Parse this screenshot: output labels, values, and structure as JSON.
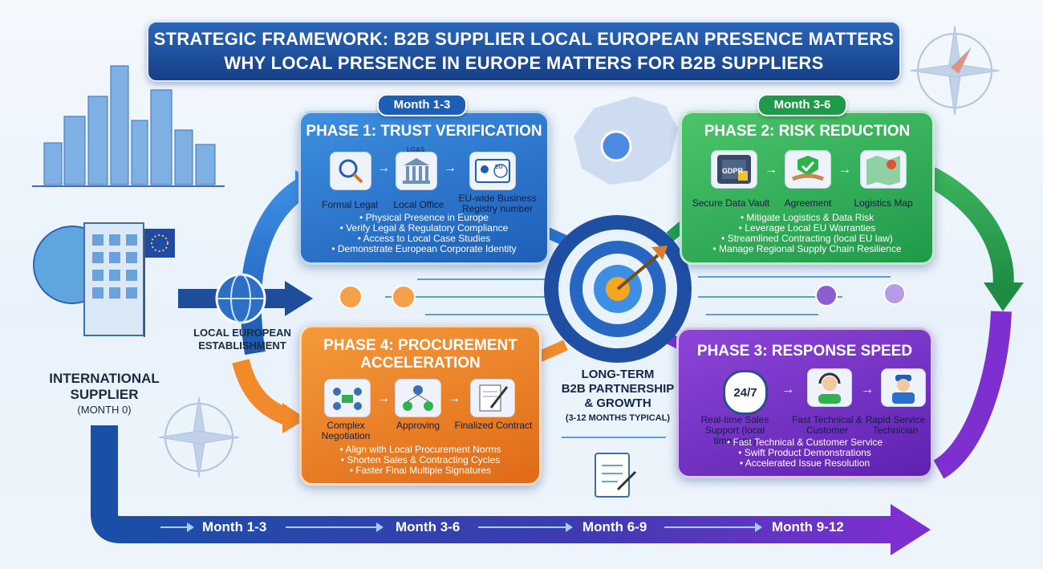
{
  "banner": {
    "line1": "STRATEGIC FRAMEWORK: B2B SUPPLIER LOCAL EUROPEAN PRESENCE MATTERS",
    "line2": "WHY LOCAL PRESENCE IN EUROPE MATTERS FOR B2B SUPPLIERS"
  },
  "supplier": {
    "title_line1": "INTERNATIONAL",
    "title_line2": "SUPPLIER",
    "month": "(MONTH 0)"
  },
  "establishment": {
    "line1": "LOCAL EUROPEAN",
    "line2": "ESTABLISHMENT"
  },
  "phase1": {
    "pill": "Month 1-3",
    "title": "PHASE 1: TRUST VERIFICATION",
    "icons": [
      "Formal Legal",
      "Local Office",
      "EU-wide Business Registry number"
    ],
    "office_sign": "LG&S",
    "eu_badge": "EU",
    "bullets": [
      "Physical Presence in Europe",
      "Verify Legal & Regulatory Compliance",
      "Access to Local Case Studies",
      "Demonstrate European Corporate Identity"
    ]
  },
  "phase2": {
    "pill": "Month 3-6",
    "title": "PHASE 2: RISK REDUCTION",
    "icons": [
      "Secure Data Vault",
      "Agreement",
      "Logistics Map"
    ],
    "vault_text": "GDPR",
    "bullets": [
      "Mitigate Logistics & Data Risk",
      "Leverage Local EU Warranties",
      "Streamlined Contracting (local EU law)",
      "Manage Regional Supply Chain Resilience"
    ]
  },
  "phase3": {
    "title": "PHASE 3: RESPONSE SPEED",
    "icons": [
      "Real-time Sales Support (local timezone)",
      "Fast Technical & Customer",
      "Rapid Service Technician"
    ],
    "clock_text": "24/7",
    "bullets": [
      "Fast Technical & Customer Service",
      "Swift Product Demonstrations",
      "Accelerated Issue Resolution"
    ]
  },
  "phase4": {
    "title_line1": "PHASE 4: PROCUREMENT",
    "title_line2": "ACCELERATION",
    "icons": [
      "Complex Negotiation",
      "Approving",
      "Finalized Contract"
    ],
    "bullets": [
      "Align with Local Procurement Norms",
      "Shorten Sales & Contracting Cycles",
      "Faster Final Multiple Signatures"
    ]
  },
  "center": {
    "line1": "LONG-TERM",
    "line2": "B2B PARTNERSHIP",
    "line3": "& GROWTH",
    "line4": "(3-12 MONTHS TYPICAL)"
  },
  "timeline": [
    "Month 1-3",
    "Month 3-6",
    "Month 6-9",
    "Month 9-12"
  ],
  "colors": {
    "blue": "#1d5fb8",
    "green": "#1f9a4a",
    "purple": "#5e22b0",
    "orange": "#e06a18",
    "navy": "#163f86"
  }
}
